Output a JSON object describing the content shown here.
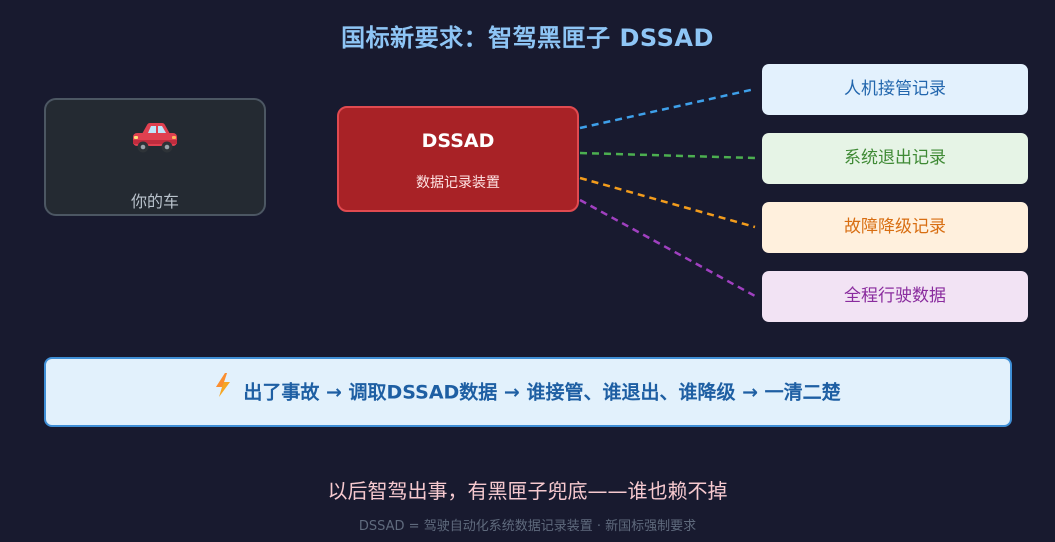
{
  "title": "国标新要求：智驾黑匣子 DSSAD",
  "car_box": {
    "icon": "car-icon",
    "label": "你的车"
  },
  "dssad_box": {
    "name": "DSSAD",
    "subtitle": "数据记录装置"
  },
  "records": [
    {
      "label": "人机接管记录",
      "color": "#3ea0ea"
    },
    {
      "label": "系统退出记录",
      "color": "#4caf50"
    },
    {
      "label": "故障降级记录",
      "color": "#f39c1c"
    },
    {
      "label": "全程行驶数据",
      "color": "#a040c0"
    }
  ],
  "banner": {
    "icon": "lightning-icon",
    "text": "出了事故 → 调取DSSAD数据 → 谁接管、谁退出、谁降级 → 一清二楚"
  },
  "tagline": "以后智驾出事，有黑匣子兜底——谁也赖不掉",
  "footnote": "DSSAD = 驾驶自动化系统数据记录装置 · 新国标强制要求",
  "colors": {
    "background": "#181a2f",
    "title": "#8ec5f5",
    "dssad_fill": "#a82226",
    "banner_text": "#1e5fa3"
  }
}
